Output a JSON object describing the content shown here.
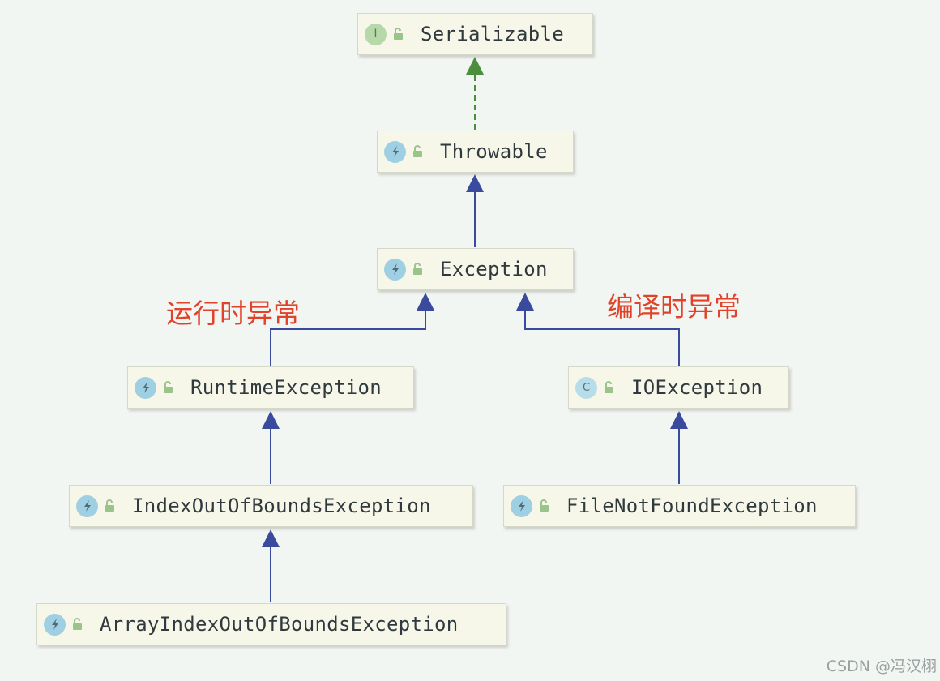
{
  "nodes": {
    "serializable": {
      "label": "Serializable",
      "kind": "I"
    },
    "throwable": {
      "label": "Throwable",
      "kind": "exception"
    },
    "exception": {
      "label": "Exception",
      "kind": "exception"
    },
    "runtime": {
      "label": "RuntimeException",
      "kind": "exception"
    },
    "ioexception": {
      "label": "IOException",
      "kind": "C"
    },
    "indexoob": {
      "label": "IndexOutOfBoundsException",
      "kind": "exception"
    },
    "filenotfound": {
      "label": "FileNotFoundException",
      "kind": "exception"
    },
    "arrayindexoob": {
      "label": "ArrayIndexOutOfBoundsException",
      "kind": "exception"
    }
  },
  "annotations": {
    "runtime": "运行时异常",
    "compile": "编译时异常"
  },
  "watermark": "CSDN @冯汉栩",
  "colors": {
    "inherit_arrow": "#3a4a9c",
    "implements_arrow": "#4a8f3c",
    "annotation": "#e0432a"
  }
}
